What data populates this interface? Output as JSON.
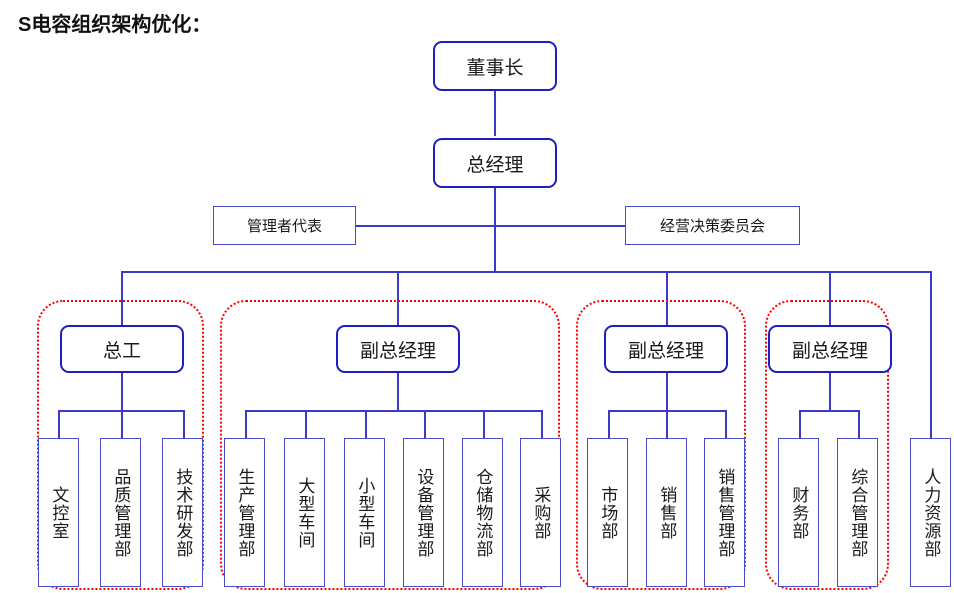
{
  "page": {
    "title": "S电容组织架构优化：",
    "background": "#ffffff",
    "line_color": "#3a3ac8",
    "exec_border_color": "#1f1fbf",
    "box_border_color": "#4a4ad0",
    "group_outline_color": "#ff0000",
    "text_color": "#1a1a1a"
  },
  "chart_data": {
    "type": "diagram",
    "diagram_type": "org-chart",
    "title": "S电容组织架构优化：",
    "orientation": "top-down",
    "nodes": [
      {
        "id": "chairman",
        "label": "董事长",
        "level": 0,
        "style": "exec"
      },
      {
        "id": "gm",
        "label": "总经理",
        "level": 1,
        "style": "exec"
      },
      {
        "id": "mgmt_rep",
        "label": "管理者代表",
        "level": 2,
        "style": "plain"
      },
      {
        "id": "biz_cmte",
        "label": "经营决策委员会",
        "level": 2,
        "style": "plain"
      },
      {
        "id": "chief_eng",
        "label": "总工",
        "level": 3,
        "style": "exec"
      },
      {
        "id": "dgm1",
        "label": "副总经理",
        "level": 3,
        "style": "exec"
      },
      {
        "id": "dgm2",
        "label": "副总经理",
        "level": 3,
        "style": "exec"
      },
      {
        "id": "dgm3",
        "label": "副总经理",
        "level": 3,
        "style": "exec"
      },
      {
        "id": "d_wenkong",
        "label": "文控室",
        "level": 4,
        "style": "dept"
      },
      {
        "id": "d_pinzhi",
        "label": "品质管理部",
        "level": 4,
        "style": "dept"
      },
      {
        "id": "d_jishu",
        "label": "技术研发部",
        "level": 4,
        "style": "dept"
      },
      {
        "id": "d_shengchan",
        "label": "生产管理部",
        "level": 4,
        "style": "dept"
      },
      {
        "id": "d_daxing",
        "label": "大型车间",
        "level": 4,
        "style": "dept"
      },
      {
        "id": "d_xiaoxing",
        "label": "小型车间",
        "level": 4,
        "style": "dept"
      },
      {
        "id": "d_shebei",
        "label": "设备管理部",
        "level": 4,
        "style": "dept"
      },
      {
        "id": "d_cangchu",
        "label": "仓储物流部",
        "level": 4,
        "style": "dept"
      },
      {
        "id": "d_caigou",
        "label": "采购部",
        "level": 4,
        "style": "dept"
      },
      {
        "id": "d_shichang",
        "label": "市场部",
        "level": 4,
        "style": "dept"
      },
      {
        "id": "d_xiaoshou",
        "label": "销售部",
        "level": 4,
        "style": "dept"
      },
      {
        "id": "d_xsgl",
        "label": "销售管理部",
        "level": 4,
        "style": "dept"
      },
      {
        "id": "d_caiwu",
        "label": "财务部",
        "level": 4,
        "style": "dept"
      },
      {
        "id": "d_zonghe",
        "label": "综合管理部",
        "level": 4,
        "style": "dept"
      },
      {
        "id": "d_renli",
        "label": "人力资源部",
        "level": 4,
        "style": "dept"
      }
    ],
    "edges": [
      [
        "chairman",
        "gm"
      ],
      [
        "gm",
        "mgmt_rep"
      ],
      [
        "gm",
        "biz_cmte"
      ],
      [
        "gm",
        "chief_eng"
      ],
      [
        "gm",
        "dgm1"
      ],
      [
        "gm",
        "dgm2"
      ],
      [
        "gm",
        "dgm3"
      ],
      [
        "gm",
        "d_renli"
      ],
      [
        "chief_eng",
        "d_wenkong"
      ],
      [
        "chief_eng",
        "d_pinzhi"
      ],
      [
        "chief_eng",
        "d_jishu"
      ],
      [
        "dgm1",
        "d_shengchan"
      ],
      [
        "dgm1",
        "d_daxing"
      ],
      [
        "dgm1",
        "d_xiaoxing"
      ],
      [
        "dgm1",
        "d_shebei"
      ],
      [
        "dgm1",
        "d_cangchu"
      ],
      [
        "dgm1",
        "d_caigou"
      ],
      [
        "dgm2",
        "d_shichang"
      ],
      [
        "dgm2",
        "d_xiaoshou"
      ],
      [
        "dgm2",
        "d_xsgl"
      ],
      [
        "dgm3",
        "d_caiwu"
      ],
      [
        "dgm3",
        "d_zonghe"
      ]
    ],
    "groups": [
      {
        "id": "grp_chief_eng",
        "members": [
          "chief_eng",
          "d_wenkong",
          "d_pinzhi",
          "d_jishu"
        ]
      },
      {
        "id": "grp_dgm1",
        "members": [
          "dgm1",
          "d_shengchan",
          "d_daxing",
          "d_xiaoxing",
          "d_shebei",
          "d_cangchu",
          "d_caigou"
        ]
      },
      {
        "id": "grp_dgm2",
        "members": [
          "dgm2",
          "d_shichang",
          "d_xiaoshou",
          "d_xsgl"
        ]
      },
      {
        "id": "grp_dgm3",
        "members": [
          "dgm3",
          "d_caiwu",
          "d_zonghe"
        ]
      }
    ]
  },
  "labels": {
    "chairman": "董事长",
    "gm": "总经理",
    "mgmt_rep": "管理者代表",
    "biz_cmte": "经营决策委员会",
    "chief_eng": "总工",
    "dgm1": "副总经理",
    "dgm2": "副总经理",
    "dgm3": "副总经理",
    "d_wenkong": "文控室",
    "d_pinzhi": "品质管理部",
    "d_jishu": "技术研发部",
    "d_shengchan": "生产管理部",
    "d_daxing": "大型车间",
    "d_xiaoxing": "小型车间",
    "d_shebei": "设备管理部",
    "d_cangchu": "仓储物流部",
    "d_caigou": "采购部",
    "d_shichang": "市场部",
    "d_xiaoshou": "销售部",
    "d_xsgl": "销售管理部",
    "d_caiwu": "财务部",
    "d_zonghe": "综合管理部",
    "d_renli": "人力资源部"
  }
}
